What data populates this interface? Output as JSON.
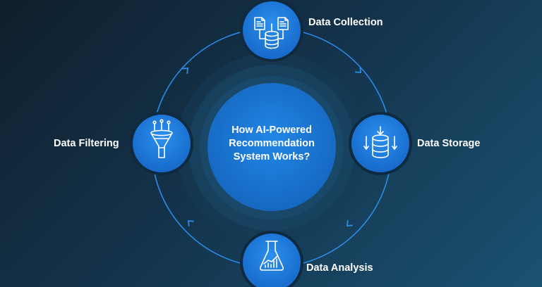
{
  "center": {
    "title_lines": [
      "How AI-Powered",
      "Recommendation",
      "System Works?"
    ]
  },
  "steps": [
    {
      "label": "Data Collection",
      "icon": "documents-database-icon"
    },
    {
      "label": "Data Storage",
      "icon": "database-arrows-icon"
    },
    {
      "label": "Data Analysis",
      "icon": "flask-chart-icon"
    },
    {
      "label": "Data Filtering",
      "icon": "funnel-icon"
    }
  ],
  "colors": {
    "node_fill": "#1e7fe0",
    "node_fill_dark": "#1668c0",
    "ring": "#2b8be8",
    "center_fill": "#1a7ad8",
    "halo": "#1f4a68"
  }
}
